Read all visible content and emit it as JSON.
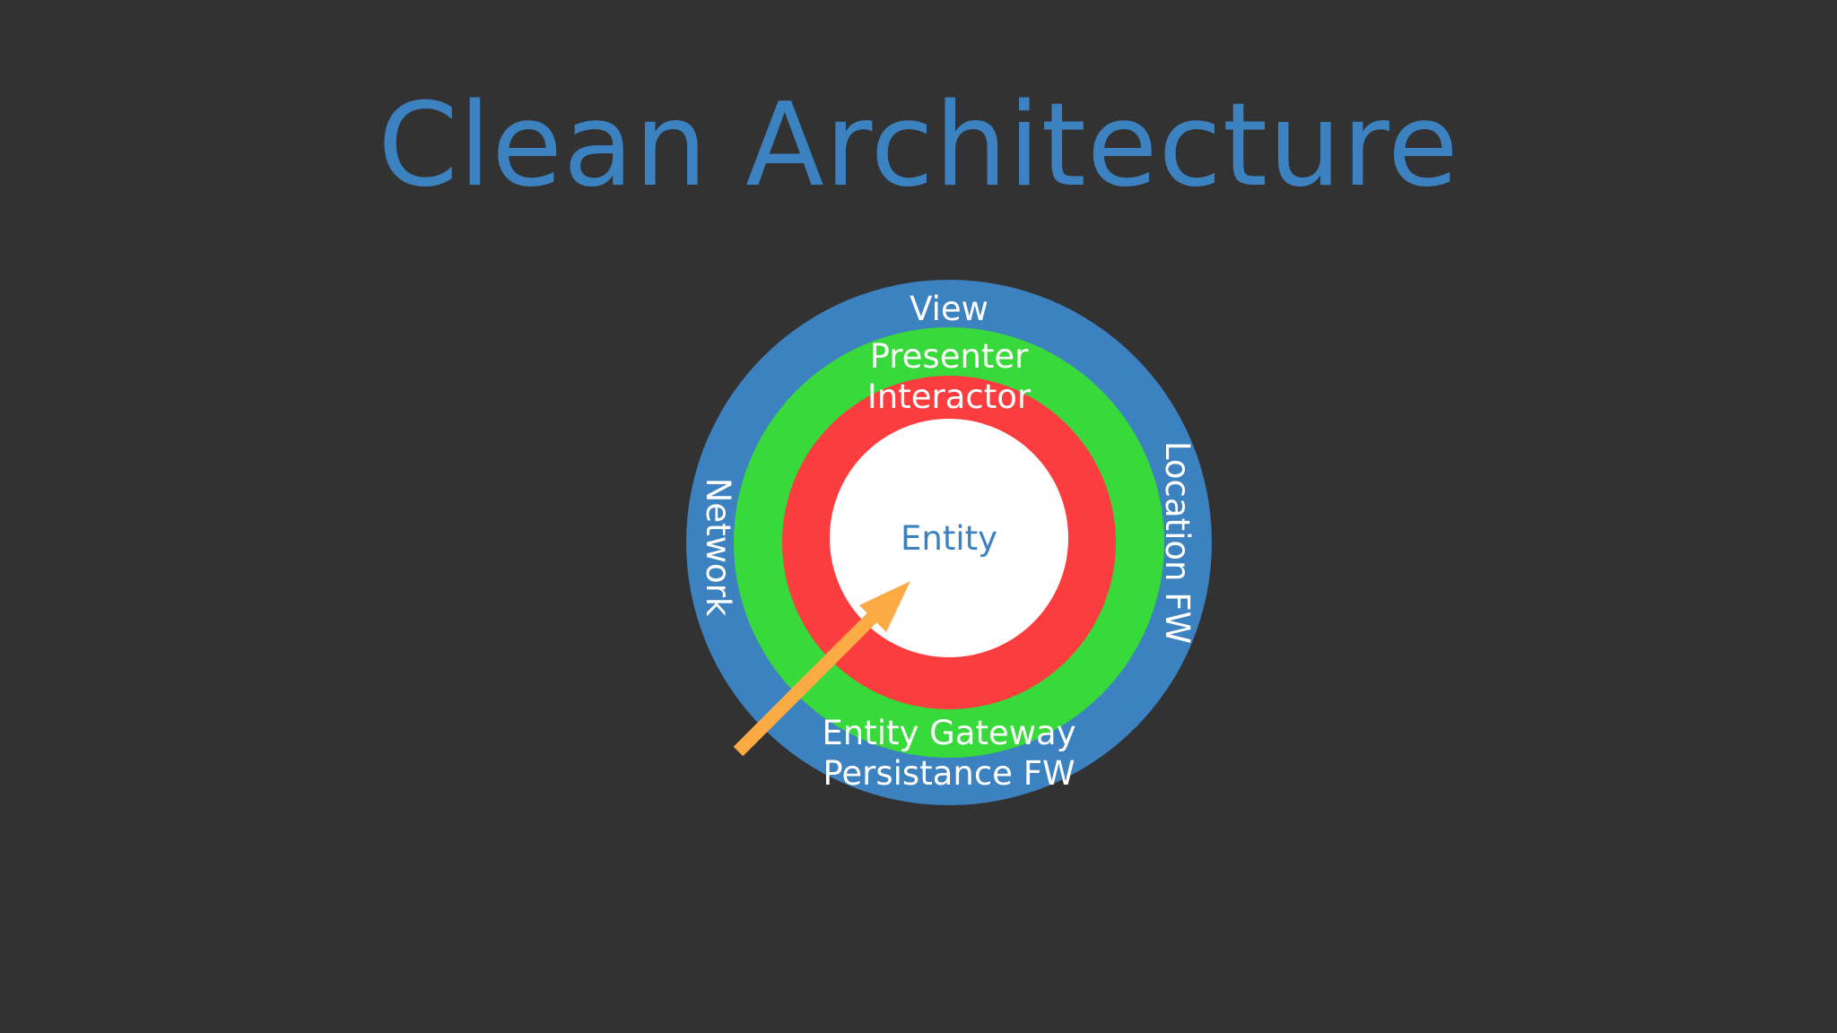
{
  "title": "Clean Architecture",
  "colors": {
    "background": "#323233",
    "title": "#3c82c0",
    "outer_ring": "#3c82c0",
    "middle_ring": "#38d93a",
    "inner_ring": "#fb3d3f",
    "core": "#ffffff",
    "label": "#ffffff",
    "core_label": "#3c82c0",
    "arrow": "#fbaa44"
  },
  "rings": {
    "outer": {
      "top_label": "View",
      "left_label": "Network",
      "right_label": "Location FW",
      "bottom_label": "Persistance FW"
    },
    "middle": {
      "top_label": "Presenter",
      "bottom_label": "Entity Gateway"
    },
    "inner": {
      "top_label": "Interactor"
    },
    "core": {
      "label": "Entity"
    }
  },
  "arrow": {
    "icon": "arrow-up-right-icon"
  }
}
